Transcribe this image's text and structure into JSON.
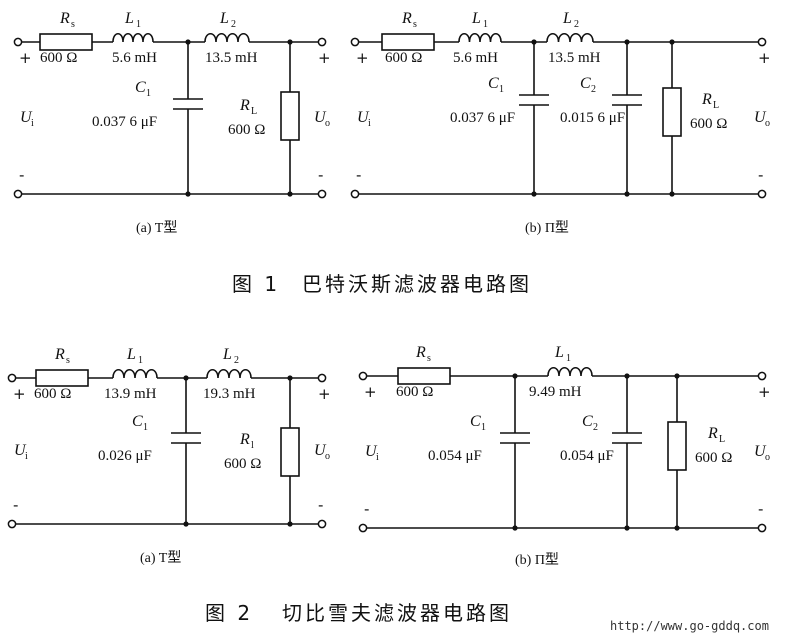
{
  "figure1": {
    "number": "图 1",
    "title": "巴特沃斯滤波器电路图",
    "circuit_a": {
      "caption": "(a) T型",
      "rs": {
        "symbol": "R",
        "sub": "s",
        "value": "600 Ω"
      },
      "l1": {
        "symbol": "L",
        "sub": "1",
        "value": "5.6 mH"
      },
      "l2": {
        "symbol": "L",
        "sub": "2",
        "value": "13.5 mH"
      },
      "c1": {
        "symbol": "C",
        "sub": "1",
        "value": "0.037 6 μF"
      },
      "rl": {
        "symbol": "R",
        "sub": "L",
        "value": "600 Ω"
      },
      "input": {
        "symbol": "U",
        "sub": "i"
      },
      "output": {
        "symbol": "U",
        "sub": "o"
      },
      "plus": "+",
      "minus": "-"
    },
    "circuit_b": {
      "caption": "(b) Π型",
      "rs": {
        "symbol": "R",
        "sub": "s",
        "value": "600 Ω"
      },
      "l1": {
        "symbol": "L",
        "sub": "1",
        "value": "5.6 mH"
      },
      "l2": {
        "symbol": "L",
        "sub": "2",
        "value": "13.5 mH"
      },
      "c1": {
        "symbol": "C",
        "sub": "1",
        "value": "0.037 6 μF"
      },
      "c2": {
        "symbol": "C",
        "sub": "2",
        "value": "0.015 6 μF"
      },
      "rl": {
        "symbol": "R",
        "sub": "L",
        "value": "600 Ω"
      },
      "input": {
        "symbol": "U",
        "sub": "i"
      },
      "output": {
        "symbol": "U",
        "sub": "o"
      },
      "plus": "+",
      "minus": "-"
    }
  },
  "figure2": {
    "number": "图 2",
    "title": "切比雪夫滤波器电路图",
    "circuit_a": {
      "caption": "(a) T型",
      "rs": {
        "symbol": "R",
        "sub": "s",
        "value": "600 Ω"
      },
      "l1": {
        "symbol": "L",
        "sub": "1",
        "value": "13.9 mH"
      },
      "l2": {
        "symbol": "L",
        "sub": "2",
        "value": "19.3 mH"
      },
      "c1": {
        "symbol": "C",
        "sub": "1",
        "value": "0.026 μF"
      },
      "rl": {
        "symbol": "R",
        "sub": "l",
        "value": "600 Ω"
      },
      "input": {
        "symbol": "U",
        "sub": "i"
      },
      "output": {
        "symbol": "U",
        "sub": "o"
      },
      "plus": "+",
      "minus": "-"
    },
    "circuit_b": {
      "caption": "(b) Π型",
      "rs": {
        "symbol": "R",
        "sub": "s",
        "value": "600 Ω"
      },
      "l1": {
        "symbol": "L",
        "sub": "1",
        "value": "9.49 mH"
      },
      "c1": {
        "symbol": "C",
        "sub": "1",
        "value": "0.054 μF"
      },
      "c2": {
        "symbol": "C",
        "sub": "2",
        "value": "0.054 μF"
      },
      "rl": {
        "symbol": "R",
        "sub": "L",
        "value": "600 Ω"
      },
      "input": {
        "symbol": "U",
        "sub": "i"
      },
      "output": {
        "symbol": "U",
        "sub": "o"
      },
      "plus": "+",
      "minus": "-"
    }
  },
  "watermark": "http://www.go-gddq.com"
}
